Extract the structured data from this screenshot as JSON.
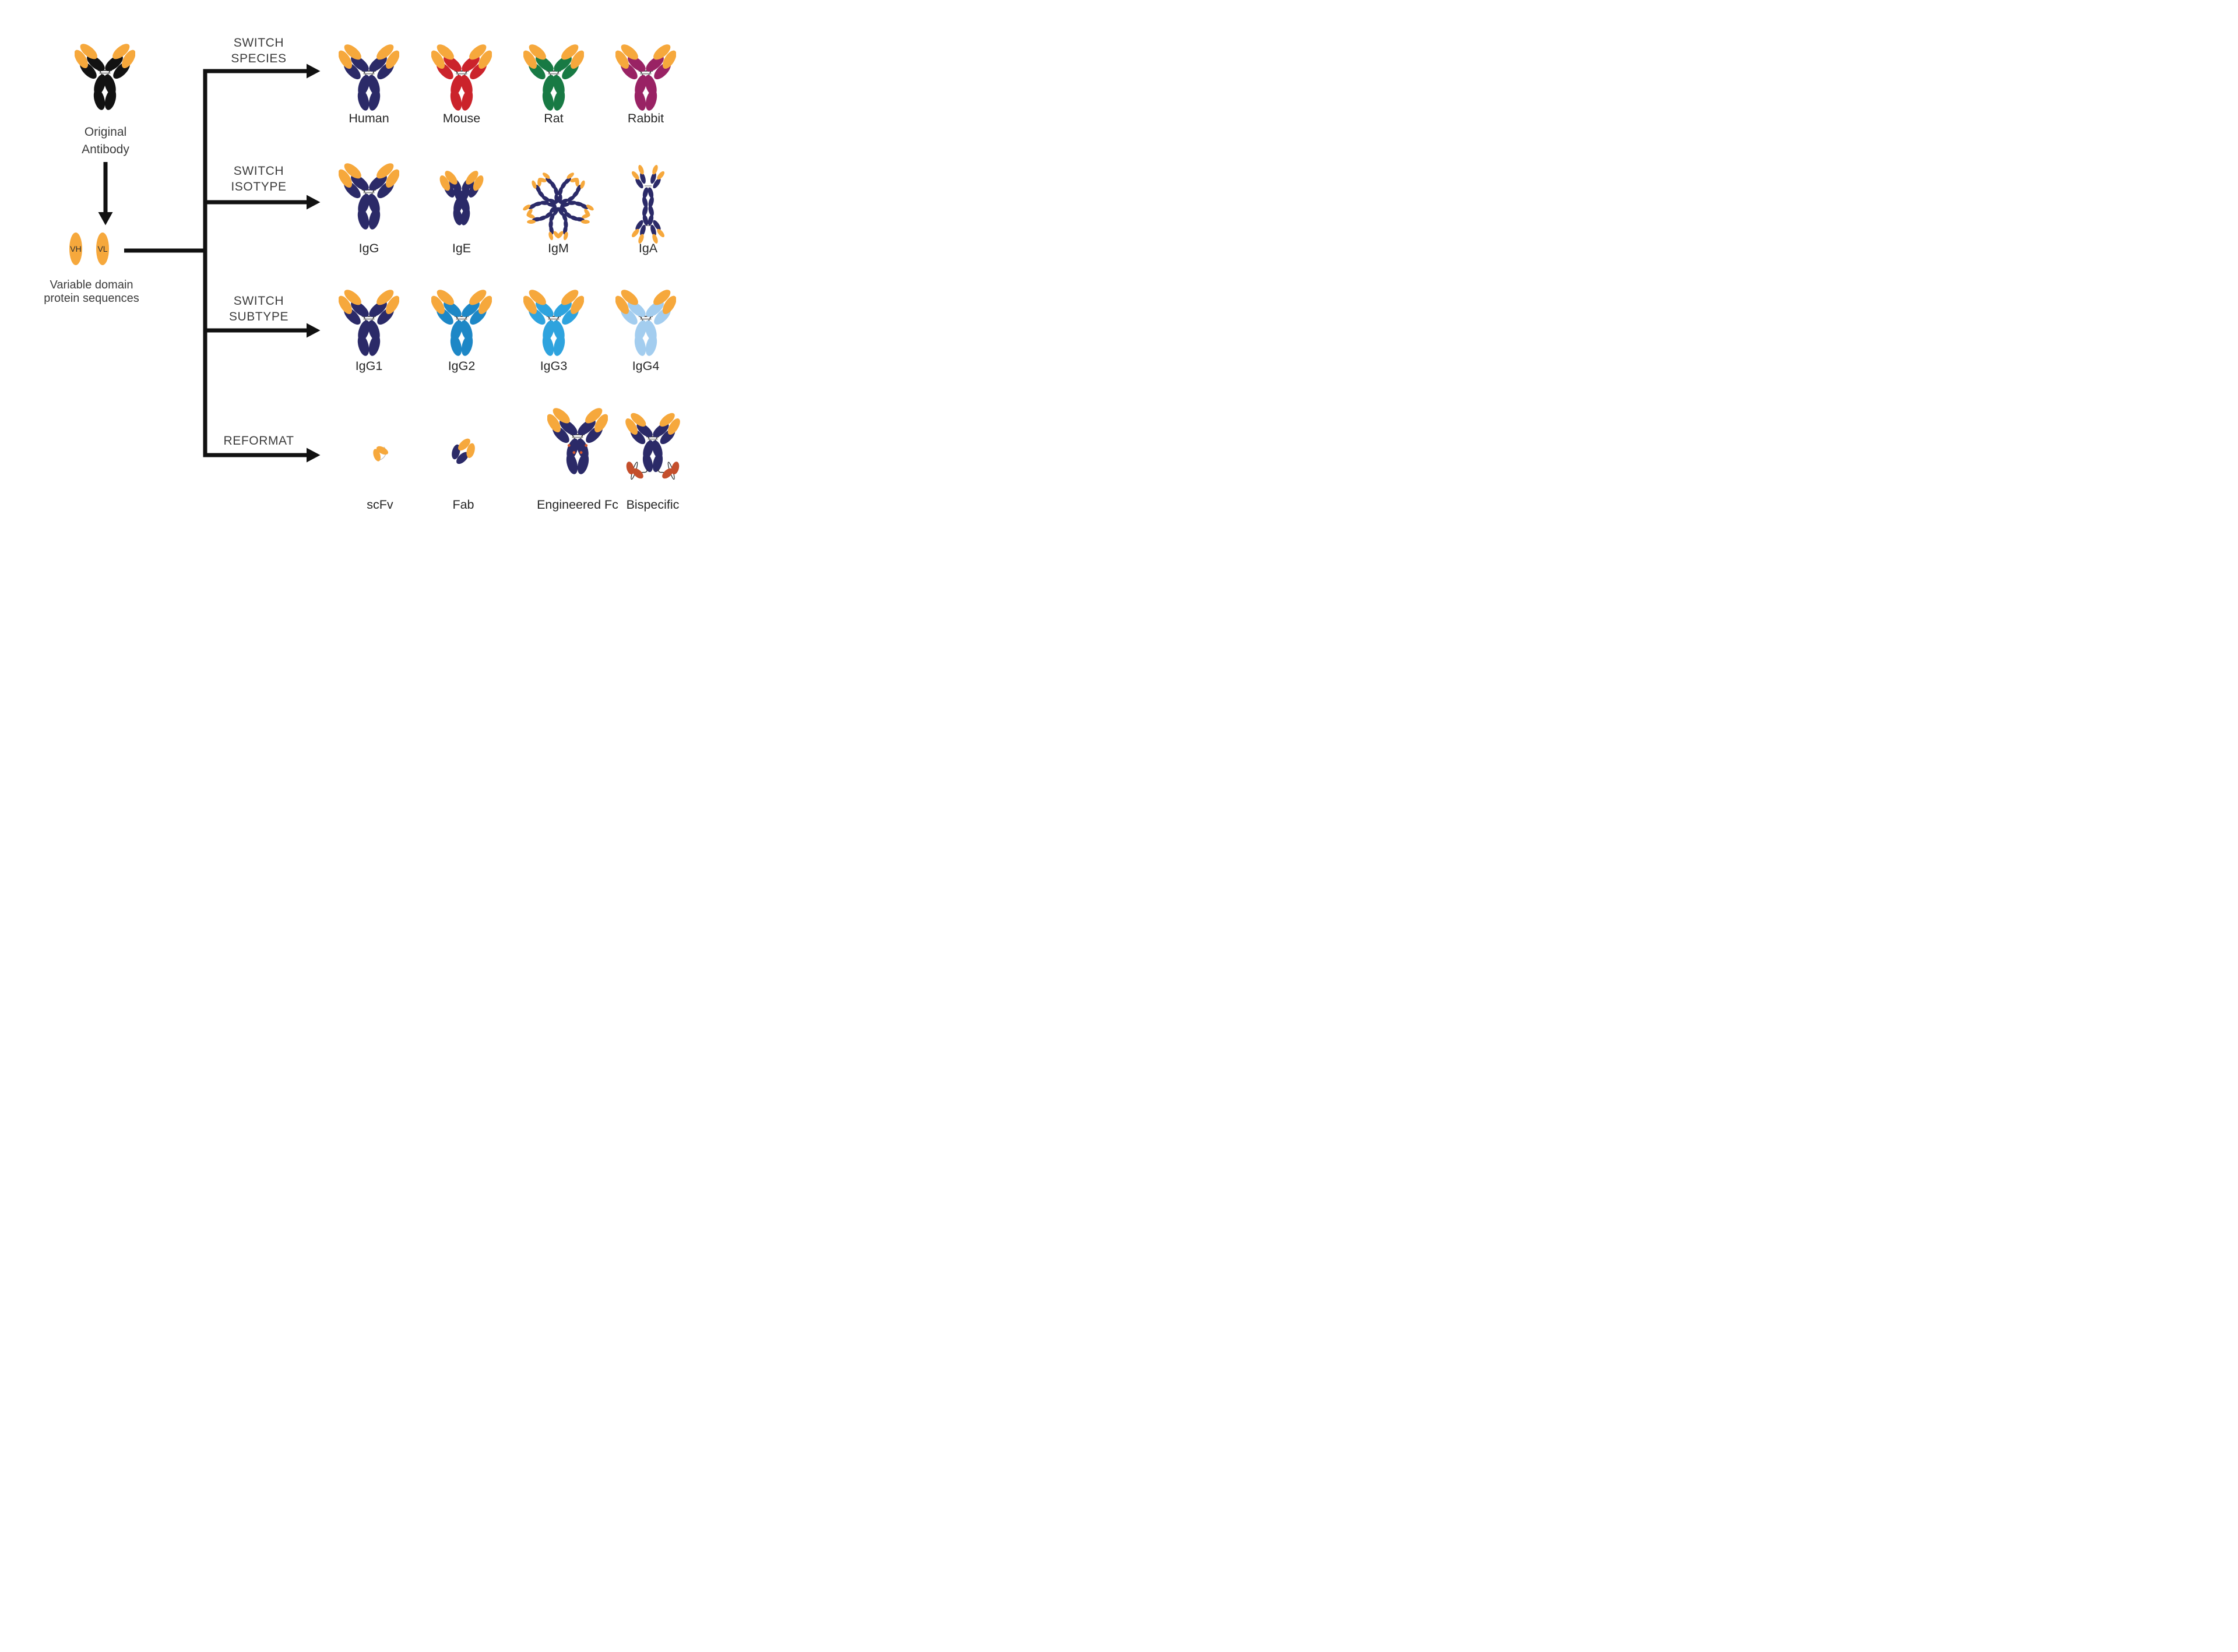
{
  "colors": {
    "background": "#ffffff",
    "line": "#111111",
    "heading_text": "#3c3c3c",
    "label_text": "#262626",
    "orange": "#F6A83C",
    "black_body": "#121212",
    "navy": "#2B2A68",
    "mouse_red": "#CB232B",
    "rat_green": "#187A44",
    "rabbit_purple": "#992264",
    "igg2_blue": "#1D87C6",
    "igg3_blue": "#2EA3DE",
    "igg4_blue": "#A3CDEF",
    "rust": "#C44F2C",
    "fc_dot": "#D4582F",
    "hinge_gray": "#9B9B9B"
  },
  "source": {
    "label_lines": [
      "Original",
      "Antibody"
    ],
    "icon": "antibody",
    "color": "black_body"
  },
  "variable_domains": {
    "vh": "VH",
    "vl": "VL",
    "caption_lines": [
      "Variable domain",
      "protein sequences"
    ]
  },
  "branches": [
    {
      "label_lines": [
        "SWITCH",
        "SPECIES"
      ],
      "items": [
        {
          "label": "Human",
          "icon": "antibody",
          "color": "navy"
        },
        {
          "label": "Mouse",
          "icon": "antibody",
          "color": "mouse_red"
        },
        {
          "label": "Rat",
          "icon": "antibody",
          "color": "rat_green"
        },
        {
          "label": "Rabbit",
          "icon": "antibody",
          "color": "rabbit_purple"
        }
      ]
    },
    {
      "label_lines": [
        "SWITCH",
        "ISOTYPE"
      ],
      "items": [
        {
          "label": "IgG",
          "icon": "antibody",
          "color": "navy"
        },
        {
          "label": "IgE",
          "icon": "ige",
          "color": "navy"
        },
        {
          "label": "IgM",
          "icon": "igm",
          "color": "navy"
        },
        {
          "label": "IgA",
          "icon": "iga",
          "color": "navy"
        }
      ]
    },
    {
      "label_lines": [
        "SWITCH",
        "SUBTYPE"
      ],
      "items": [
        {
          "label": "IgG1",
          "icon": "antibody",
          "color": "navy"
        },
        {
          "label": "IgG2",
          "icon": "antibody",
          "color": "igg2_blue"
        },
        {
          "label": "IgG3",
          "icon": "antibody",
          "color": "igg3_blue"
        },
        {
          "label": "IgG4",
          "icon": "antibody",
          "color": "igg4_blue"
        }
      ]
    },
    {
      "label_lines": [
        "REFORMAT"
      ],
      "items": [
        {
          "label": "scFv",
          "icon": "scfv",
          "color": "orange"
        },
        {
          "label": "Fab",
          "icon": "fab",
          "color": "navy"
        },
        {
          "label": "Engineered Fc",
          "icon": "fcx",
          "color": "navy"
        },
        {
          "label": "Bispecific",
          "icon": "bispecific",
          "color": "navy"
        }
      ]
    }
  ]
}
